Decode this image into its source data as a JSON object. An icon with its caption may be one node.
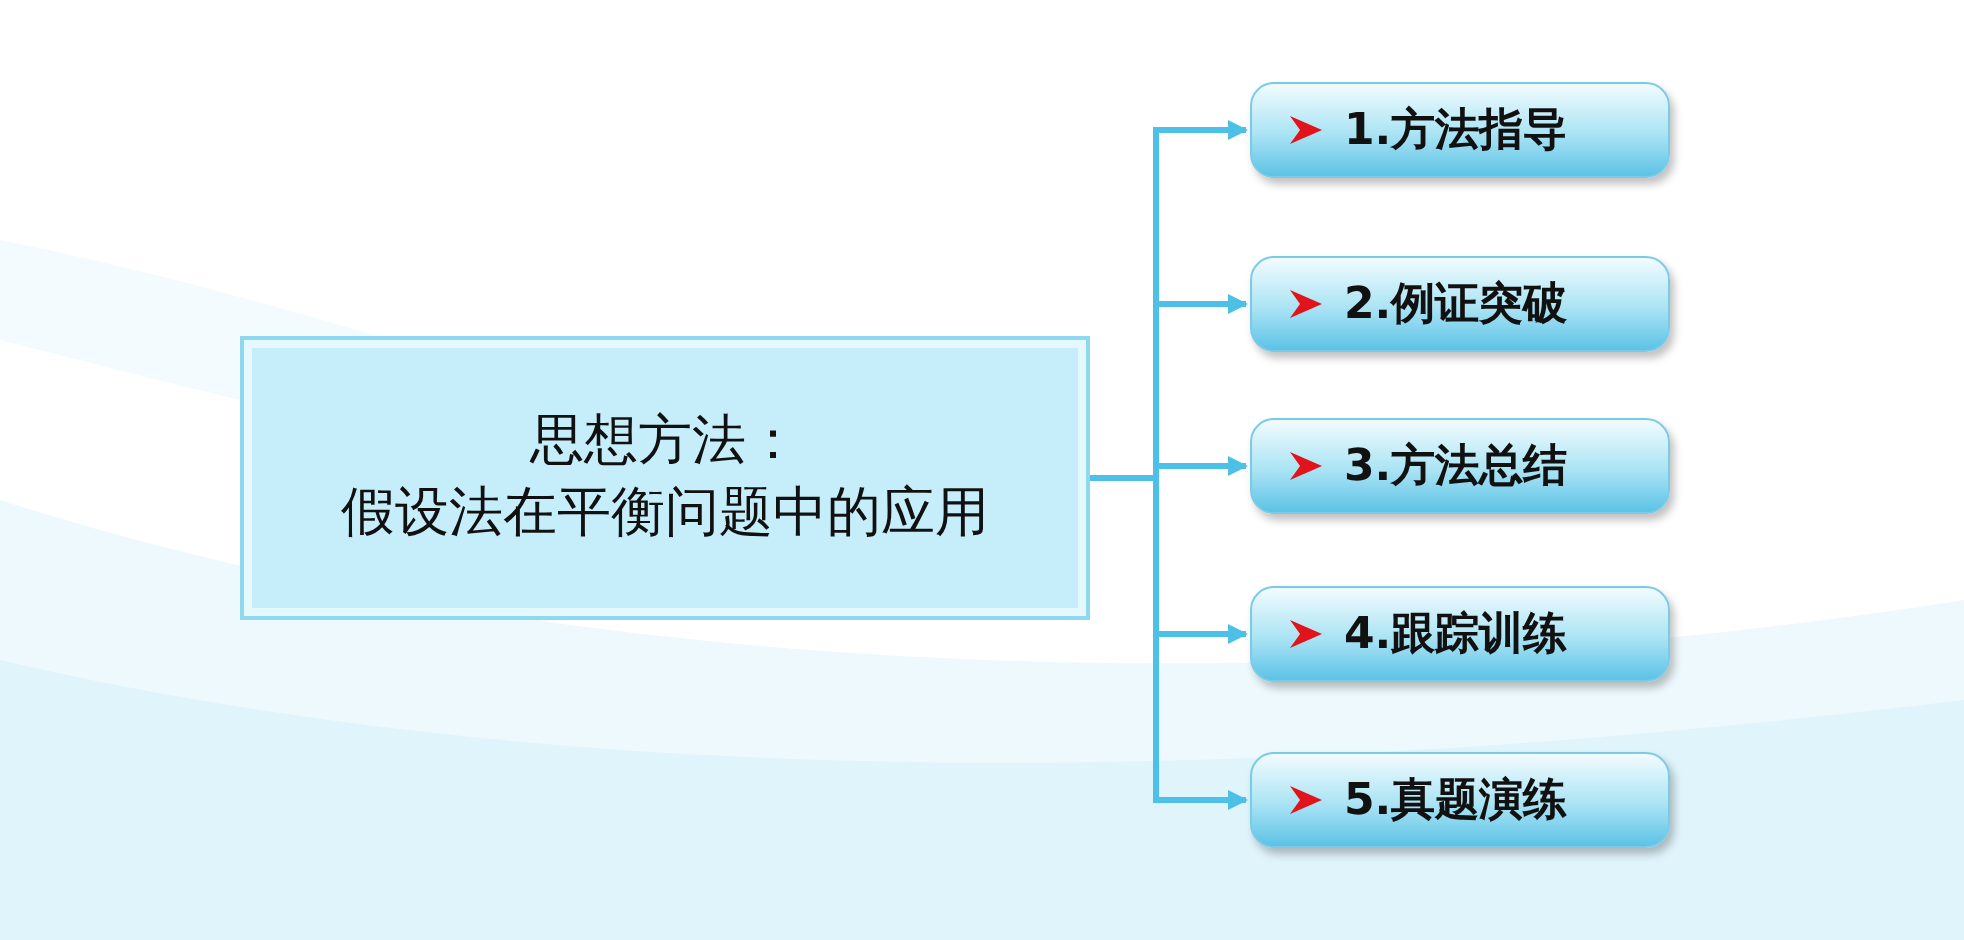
{
  "diagram": {
    "nodes": [
      {
        "text": [
          "思想方法：",
          "假设法在平衡问题中的应用"
        ]
      },
      {
        "text": [
          "1.方法指导"
        ]
      },
      {
        "text": [
          "2.例证突破"
        ]
      },
      {
        "text": [
          "3.方法总结"
        ]
      },
      {
        "text": [
          "4.跟踪训练"
        ]
      },
      {
        "text": [
          "5.真题演练"
        ]
      }
    ],
    "edges": [
      {
        "from": 0,
        "to": 1,
        "arrow": "to"
      },
      {
        "from": 0,
        "to": 2,
        "arrow": "to"
      },
      {
        "from": 0,
        "to": 3,
        "arrow": "to"
      },
      {
        "from": 0,
        "to": 4,
        "arrow": "to"
      },
      {
        "from": 0,
        "to": 5,
        "arrow": "to"
      }
    ]
  }
}
